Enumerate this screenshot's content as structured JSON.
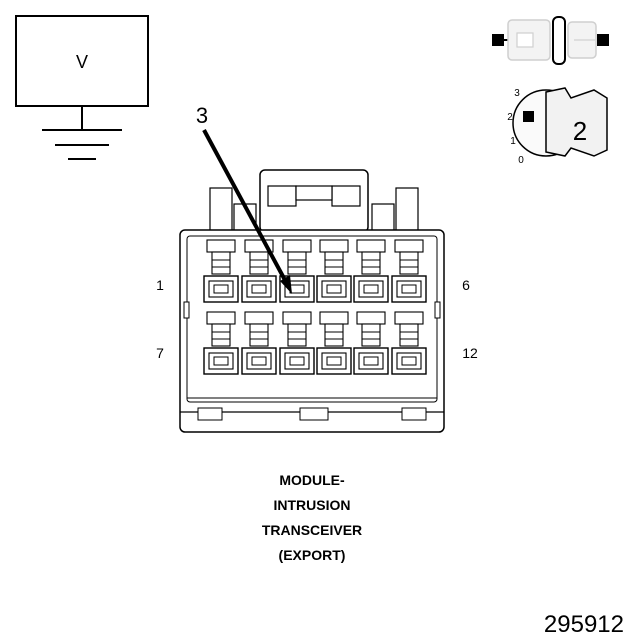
{
  "voltmeter": {
    "label": "V"
  },
  "callout": {
    "number": "3"
  },
  "pin_labels": {
    "top_left": "1",
    "top_right": "6",
    "bottom_left": "7",
    "bottom_right": "12"
  },
  "key_switch": {
    "position_3": "3",
    "position_2": "2",
    "position_1": "1",
    "position_0": "0",
    "selected": "2"
  },
  "caption": {
    "line1": "MODULE-",
    "line2": "INTRUSION",
    "line3": "TRANSCEIVER",
    "line4": "(EXPORT)"
  },
  "figure_number": "295912"
}
